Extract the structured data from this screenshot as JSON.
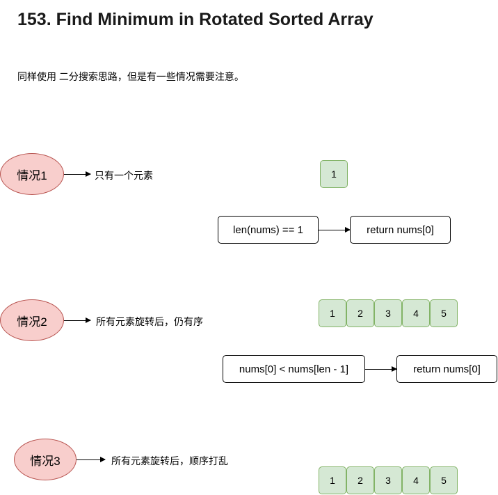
{
  "title": "153. Find Minimum in Rotated Sorted Array",
  "intro": "同样使用 二分搜索思路，但是有一些情况需要注意。",
  "colors": {
    "case_fill": "#f8cecc",
    "case_border": "#b85450",
    "cell_fill": "#d5e8d4",
    "cell_border": "#82b366"
  },
  "cases": [
    {
      "label": "情况1",
      "description": "只有一个元素",
      "array": [
        "1"
      ],
      "condition": "len(nums) == 1",
      "result": "return nums[0]"
    },
    {
      "label": "情况2",
      "description": "所有元素旋转后，仍有序",
      "array": [
        "1",
        "2",
        "3",
        "4",
        "5"
      ],
      "condition": "nums[0] < nums[len - 1]",
      "result": "return nums[0]"
    },
    {
      "label": "情况3",
      "description": "所有元素旋转后，顺序打乱",
      "array": [
        "1",
        "2",
        "3",
        "4",
        "5"
      ]
    }
  ]
}
